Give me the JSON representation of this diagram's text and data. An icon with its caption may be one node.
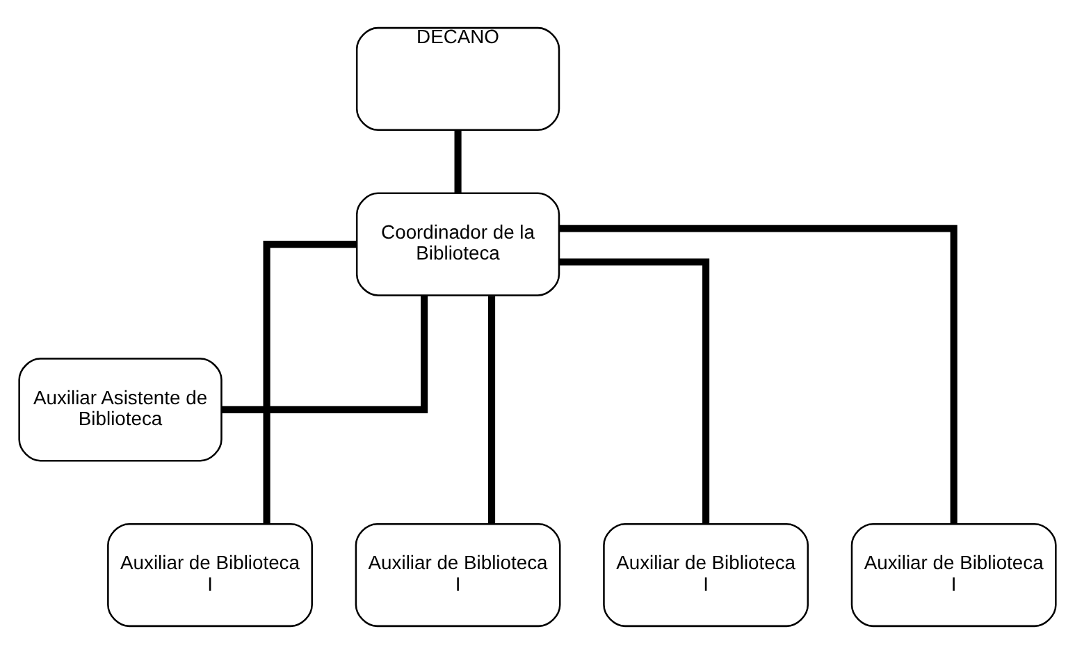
{
  "diagram": {
    "nodes": [
      {
        "text": [
          "DECANO"
        ]
      },
      {
        "text": [
          "Coordinador de la Biblioteca"
        ]
      },
      {
        "text": [
          "Auxiliar Asistente de Biblioteca"
        ]
      },
      {
        "text": [
          "Auxiliar de Biblioteca I"
        ]
      },
      {
        "text": [
          "Auxiliar de Biblioteca I"
        ]
      },
      {
        "text": [
          "Auxiliar de Biblioteca I"
        ]
      },
      {
        "text": [
          "Auxiliar de Biblioteca I"
        ]
      }
    ],
    "edges": [
      {
        "from": 0,
        "to": 1,
        "arrow": "none"
      },
      {
        "from": 1,
        "to": 2,
        "arrow": "none"
      },
      {
        "from": 1,
        "to": 3,
        "arrow": "none"
      },
      {
        "from": 1,
        "to": 4,
        "arrow": "none"
      },
      {
        "from": 1,
        "to": 5,
        "arrow": "none"
      },
      {
        "from": 1,
        "to": 6,
        "arrow": "none"
      }
    ]
  }
}
